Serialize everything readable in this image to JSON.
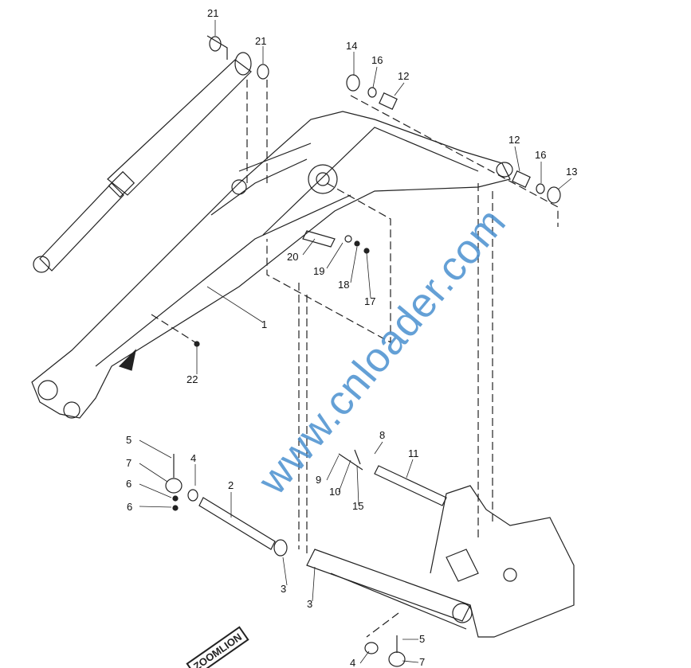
{
  "diagram": {
    "watermark": "www.cnloader.com",
    "logo": "ZOOMLION",
    "callouts": [
      {
        "id": "c21a",
        "text": "21"
      },
      {
        "id": "c21b",
        "text": "21"
      },
      {
        "id": "c14",
        "text": "14"
      },
      {
        "id": "c16a",
        "text": "16"
      },
      {
        "id": "c12a",
        "text": "12"
      },
      {
        "id": "c12b",
        "text": "12"
      },
      {
        "id": "c16b",
        "text": "16"
      },
      {
        "id": "c13",
        "text": "13"
      },
      {
        "id": "c20",
        "text": "20"
      },
      {
        "id": "c19",
        "text": "19"
      },
      {
        "id": "c18",
        "text": "18"
      },
      {
        "id": "c17",
        "text": "17"
      },
      {
        "id": "c1",
        "text": "1"
      },
      {
        "id": "c22",
        "text": "22"
      },
      {
        "id": "c5a",
        "text": "5"
      },
      {
        "id": "c4a",
        "text": "4"
      },
      {
        "id": "c7a",
        "text": "7"
      },
      {
        "id": "c6a",
        "text": "6"
      },
      {
        "id": "c6b",
        "text": "6"
      },
      {
        "id": "c2",
        "text": "2"
      },
      {
        "id": "c8",
        "text": "8"
      },
      {
        "id": "c11",
        "text": "11"
      },
      {
        "id": "c9",
        "text": "9"
      },
      {
        "id": "c10",
        "text": "10"
      },
      {
        "id": "c15",
        "text": "15"
      },
      {
        "id": "c3a",
        "text": "3"
      },
      {
        "id": "c3b",
        "text": "3"
      },
      {
        "id": "c5b",
        "text": "5"
      },
      {
        "id": "c4b",
        "text": "4"
      },
      {
        "id": "c7b",
        "text": "7"
      }
    ]
  }
}
